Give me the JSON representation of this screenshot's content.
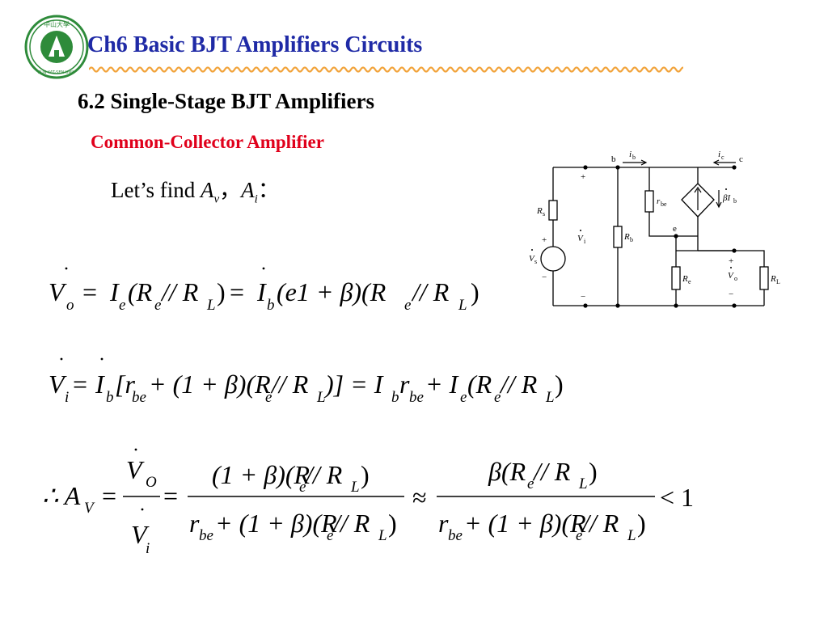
{
  "header": {
    "title": "Ch6 Basic BJT Amplifiers Circuits",
    "logo_text": "中山大學 SUN YAT-SEN UNIVERSITY",
    "accent_color": "#1f2aa6",
    "wave_color": "#f2a43c"
  },
  "section": {
    "title": "6.2 Single-Stage BJT Amplifiers",
    "subtitle": "Common-Collector Amplifier",
    "subtitle_color": "#e0001b",
    "intro_text": "Let’s find ",
    "intro_var1": "A",
    "intro_var1_sub": "v",
    "intro_sep": "，",
    "intro_var2": "A",
    "intro_var2_sub": "i",
    "intro_end": "："
  },
  "circuit": {
    "labels": {
      "ib": "i",
      "ib_sub": "b",
      "ic": "i",
      "ic_sub": "c",
      "node_b": "b",
      "node_c": "c",
      "node_e": "e",
      "rs": "R",
      "rs_sub": "s",
      "vi": "V",
      "vi_sub": "i",
      "vs": "V",
      "vs_sub": "s",
      "rb": "R",
      "rb_sub": "b",
      "rbe": "r",
      "rbe_sub": "be",
      "beta_ib": "βI",
      "beta_ib_sub": "b",
      "re": "R",
      "re_sub": "e",
      "vo": "V",
      "vo_sub": "o",
      "rl": "R",
      "rl_sub": "L",
      "plus": "+",
      "minus": "−"
    }
  },
  "equations": {
    "eq1": {
      "lhs": "V",
      "lhs_sub": "o",
      "eq_sign": "=",
      "t1": "I",
      "t1_sub": "e",
      "t2": "(R",
      "t2_sub": "e",
      "t3": " // R",
      "t3_sub": "L",
      "t4": ")",
      "eq_sign2": "=",
      "t5": "I",
      "t5_sub": "b",
      "t6": "(e1 + β)(R",
      "t6_sub": "e",
      "t7": " // R",
      "t7_sub": "L",
      "t8": ")"
    },
    "eq2": {
      "lhs": "V",
      "lhs_sub": "i",
      "eq_sign": "=",
      "t1": "I",
      "t1_sub": "b",
      "t2": "[r",
      "t2_sub": "be",
      "t3": " + (1 + β)(R",
      "t3_sub": "e",
      "t4": " // R",
      "t4_sub": "L",
      "t5": ")] = I",
      "t5_sub": "b",
      "t6": "r",
      "t6_sub": "be",
      "t7": " + I",
      "t7_sub": "e",
      "t8": "(R",
      "t8_sub": "e",
      "t9": " // R",
      "t9_sub": "L",
      "t10": ")"
    },
    "eq3": {
      "therefore": "∴ A",
      "therefore_sub": "V",
      "eq_sign": "=",
      "frac1_num": "V",
      "frac1_num_sub": "O",
      "frac1_den": "V",
      "frac1_den_sub": "i",
      "eq_sign2": "=",
      "frac2_num": "(1 + β)(R",
      "frac2_num_sub1": "e",
      "frac2_num_mid": " // R",
      "frac2_num_sub2": "L",
      "frac2_num_end": ")",
      "den_a": "r",
      "den_a_sub": "be",
      "den_b": " + (1 + β)(R",
      "den_b_sub": "e",
      "den_c": " // R",
      "den_c_sub": "L",
      "den_d": ")",
      "approx": "≈",
      "frac3_num": "β(R",
      "frac3_num_sub1": "e",
      "frac3_num_mid": " // R",
      "frac3_num_sub2": "L",
      "frac3_num_end": ")",
      "lt": "< 1"
    }
  }
}
